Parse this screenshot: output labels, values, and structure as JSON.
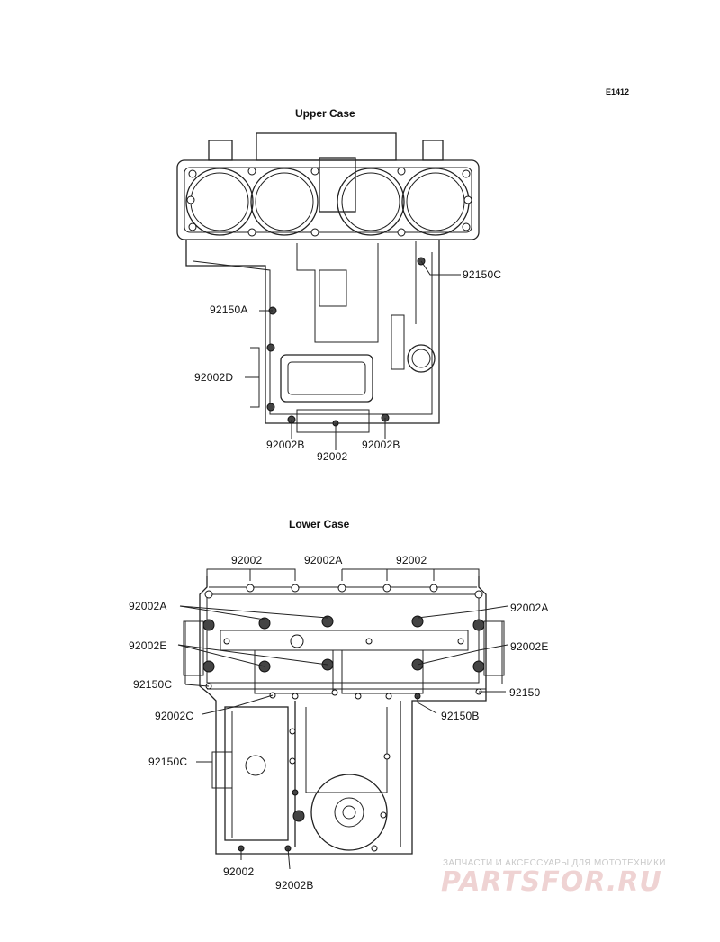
{
  "diagram_code": "E1412",
  "upper_case": {
    "title": "Upper Case",
    "labels": {
      "p_92150C": "92150C",
      "p_92150A": "92150A",
      "p_92002D": "92002D",
      "p_92002B_left": "92002B",
      "p_92002B_right": "92002B",
      "p_92002": "92002"
    }
  },
  "lower_case": {
    "title": "Lower Case",
    "labels": {
      "top_92002_left": "92002",
      "top_92002A": "92002A",
      "top_92002_right": "92002",
      "left_92002A": "92002A",
      "right_92002A": "92002A",
      "left_92002E": "92002E",
      "right_92002E": "92002E",
      "left_92150C": "92150C",
      "right_92150": "92150",
      "p_92150B": "92150B",
      "p_92002C": "92002C",
      "side_92150C": "92150C",
      "bottom_92002": "92002",
      "bottom_92002B": "92002B"
    }
  },
  "watermark": {
    "caption": "ЗАПЧАСТИ И АКСЕССУАРЫ ДЛЯ МОТОТЕХНИКИ",
    "logo": "PARTSFOR.RU"
  },
  "colors": {
    "line": "#222222",
    "watermark": "#e9c4c4"
  }
}
